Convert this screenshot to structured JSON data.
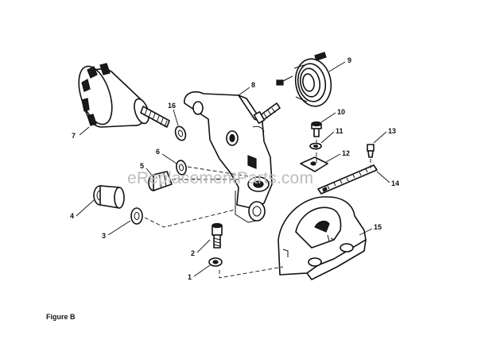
{
  "figure_caption": "Figure B",
  "watermark": "eReplacementParts.com",
  "callouts": {
    "c1": "1",
    "c2": "2",
    "c3": "3",
    "c4": "4",
    "c5": "5",
    "c6": "6",
    "c7": "7",
    "c8": "8",
    "c9": "9",
    "c10": "10",
    "c11": "11",
    "c12": "12",
    "c13": "13",
    "c14": "14",
    "c15": "15",
    "c16": "16"
  }
}
